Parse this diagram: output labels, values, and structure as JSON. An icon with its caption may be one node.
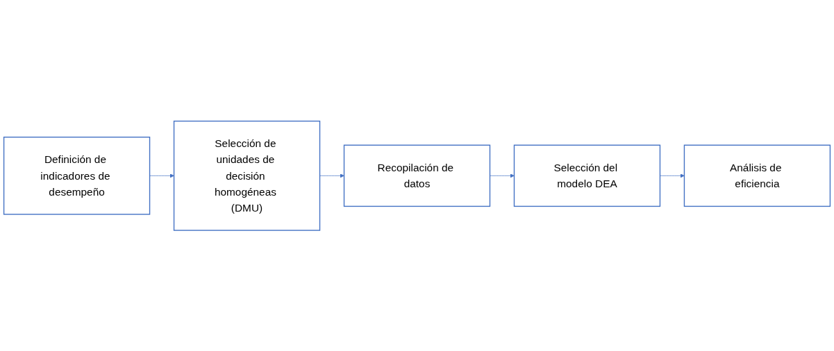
{
  "diagram": {
    "nodes": [
      {
        "text": [
          "Definición de indicadores de desempeño"
        ]
      },
      {
        "text": [
          "Selección de unidades de decisión homogéneas (DMU)"
        ]
      },
      {
        "text": [
          "Recopilación de datos"
        ]
      },
      {
        "text": [
          "Selección del modelo DEA"
        ]
      },
      {
        "text": [
          "Análisis de eficiencia"
        ]
      }
    ],
    "edges": [
      {
        "from": 0,
        "to": 1,
        "arrow": "to"
      },
      {
        "from": 1,
        "to": 2,
        "arrow": "to"
      },
      {
        "from": 2,
        "to": 3,
        "arrow": "to"
      },
      {
        "from": 3,
        "to": 4,
        "arrow": "to"
      }
    ]
  }
}
